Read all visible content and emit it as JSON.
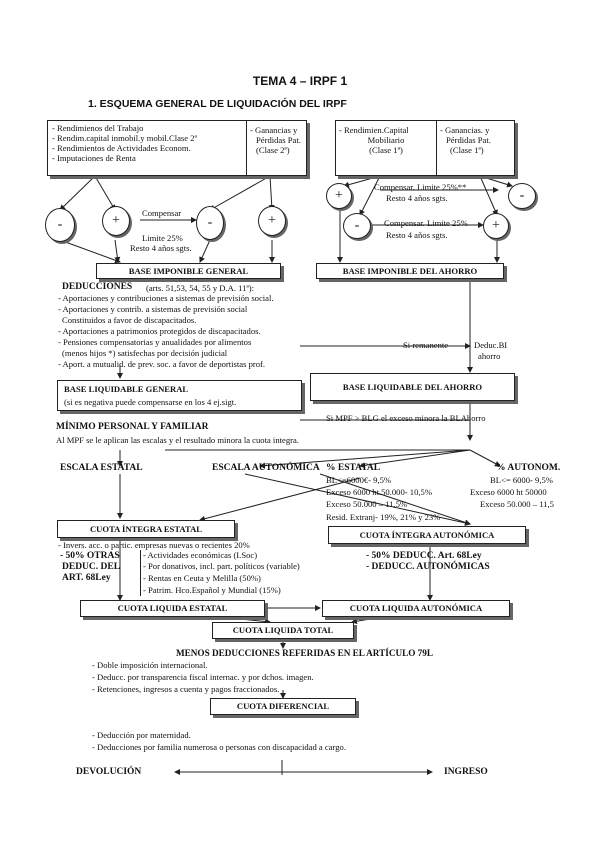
{
  "header": {
    "title": "TEMA 4 – IRPF 1",
    "section": "1. ESQUEMA GENERAL DE LIQUIDACIÓN DEL IRPF"
  },
  "top_left_box": {
    "lines": [
      "- Rendimienos del Trabajo",
      "- Rendim.capital inmobil.y mobil.Clase 2ª",
      "- Rendimientos de Actividades Econom.",
      "- Imputaciones de Renta"
    ],
    "right": [
      "- Ganancias y",
      "Pérdidas Pat.",
      "(Clase 2ª)"
    ]
  },
  "top_right_box": {
    "left": [
      "- Rendimien.Capital",
      "Mobiliario",
      "(Clase 1ª)"
    ],
    "right": [
      "- Ganancias. y",
      "Pérdidas Pat.",
      "(Clase 1ª)"
    ]
  },
  "signs": {
    "minus": "-",
    "plus": "+"
  },
  "left_compensate": {
    "label": "Compensar",
    "limit": "Limite 25%",
    "rest": "Resto 4 años sgts."
  },
  "right_compensate_1": {
    "label": "Compensar. Limite 25%**",
    "rest": "Resto 4 años sgts."
  },
  "right_compensate_2": {
    "label": "Compensar. Limite 25%",
    "rest": "Resto 4 años sgts."
  },
  "base_general": "BASE IMPONIBLE GENERAL",
  "base_ahorro": "BASE IMPONIBLE DEL AHORRO",
  "deducciones": {
    "title": "DEDUCCIONES",
    "ref": "(arts. 51,53, 54, 55 y D.A. 11ª):",
    "lines": [
      "- Aportaciones y contribuciones a sistemas de previsión social.",
      "- Aportaciones y contrib. a sistemas de previsión social",
      "  Constituidos a favor de discapacitados.",
      "- Aportaciones a patrimonios protegidos de discapacitados.",
      "- Pensiones compensatorias y anualidades por alimentos",
      "  (menos hijos *) satisfechas por decisión judicial",
      "- Aport. a mutualid. de prev. soc. a favor de deportistas prof."
    ],
    "remanente": "Si remanente",
    "deduc_bi": [
      "Deduc.BI",
      "ahorro"
    ]
  },
  "base_liq_general": {
    "title": "BASE  LIQUIDABLE GENERAL",
    "note": "(si es negativa puede compensarse en los 4 ej.sigt."
  },
  "base_liq_ahorro": "BASE LIQUIDABLE DEL AHORRO",
  "mpf_note": "Si MPF > BLG el exceso minora la BLAhorro",
  "minimo": {
    "title": "MÍNIMO PERSONAL Y FAMILIAR",
    "text": "Al  MPF se le aplican las escalas y el resultado minora la cuota integra."
  },
  "escalas": {
    "estatal": "ESCALA ESTATAL",
    "autonomica": "ESCALA AUTONÓMICA",
    "pct_estatal": "% ESTATAL",
    "pct_autonom": "% AUTONOM.",
    "estatal_rows": [
      "BL<=6000€- 9,5%",
      "Exceso 6000 ht.50.000- 10,5%",
      "Exceso 50.000 – 11,5%",
      "Resid. Extranj- 19%, 21% y 23%"
    ],
    "autonom_rows": [
      "BL<= 6000- 9,5%",
      "Exceso 6000 ht 50000",
      "Exceso 50.000 – 11,5"
    ]
  },
  "cuota_integra_estatal": "CUOTA ÍNTEGRA ESTATAL",
  "cuota_integra_autonomica": "CUOTA ÍNTEGRA AUTONÓMICA",
  "invers": "- Invers. acc. o partic. empresas nuevas o recientes 20%",
  "deduc_estatal": {
    "left": [
      "- 50% OTRAS",
      "DEDUC. DEL",
      "ART. 68Ley"
    ],
    "items": [
      "- Actividades económicas (I.Soc)",
      "- Por donativos, incl. part. políticos (variable)",
      "- Rentas en Ceuta y Melilla (50%)",
      "- Patrim. Hco.Español y Mundial (15%)"
    ]
  },
  "deduc_autonom": [
    "- 50% DEDUCC. Art. 68Ley",
    "- DEDUCC. AUTONÓMICAS"
  ],
  "cuota_liq_estatal": "CUOTA LIQUIDA ESTATAL",
  "cuota_liq_autonomica": "CUOTA LIQUIDA AUTONÓMICA",
  "cuota_liq_total": "CUOTA LIQUIDA TOTAL",
  "menos_deducciones": {
    "title": "MENOS DEDUCCIONES REFERIDAS EN EL ARTÍCULO 79L",
    "lines": [
      "- Doble imposición internacional.",
      "- Deducc. por transparencia fiscal internac. y por dchos. imagen.",
      "- Retenciones, ingresos a cuenta y pagos fraccionados."
    ]
  },
  "cuota_diferencial": "CUOTA  DIFERENCIAL",
  "final_lines": [
    "- Deducción por maternidad.",
    "- Deducciones por familia numerosa o personas con discapacidad a cargo."
  ],
  "devolucion": "DEVOLUCIÓN",
  "ingreso": "INGRESO"
}
